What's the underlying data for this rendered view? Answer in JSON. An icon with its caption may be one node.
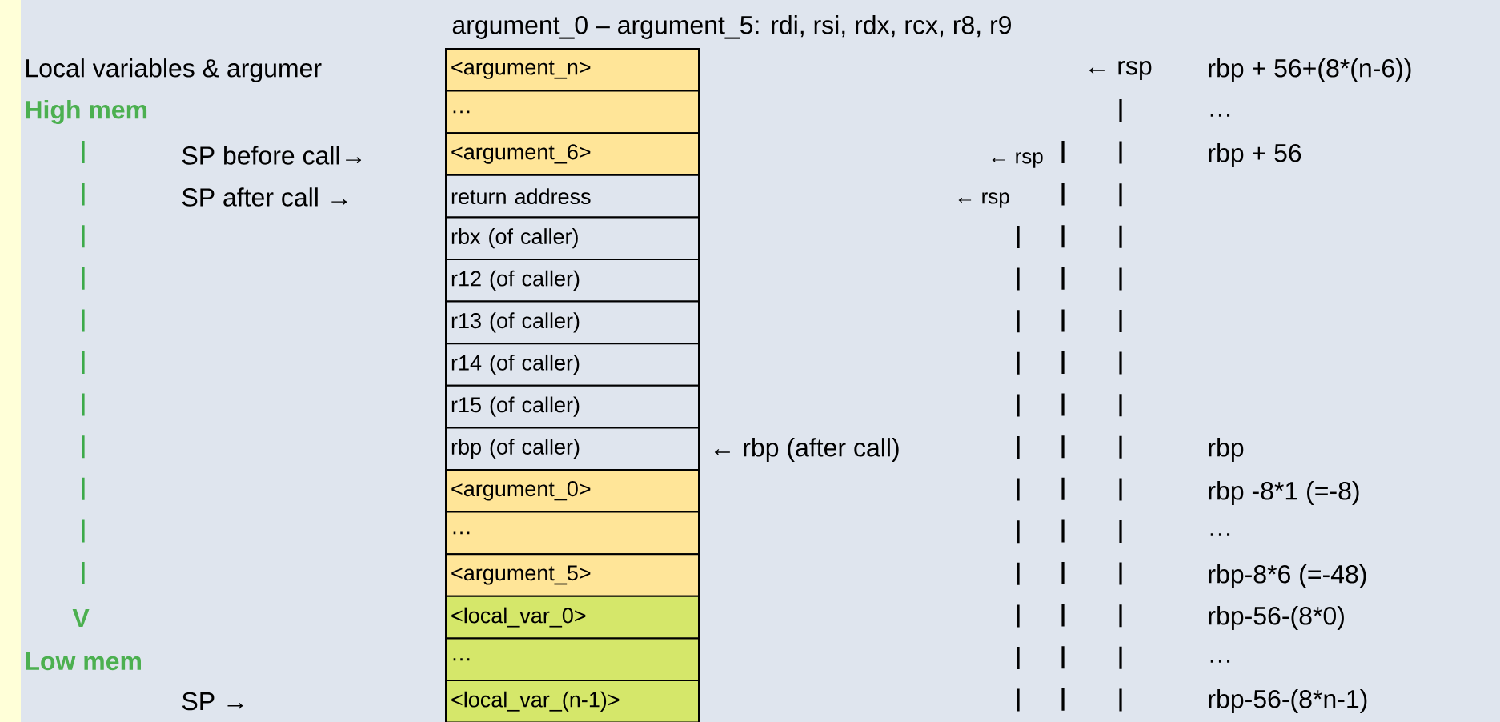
{
  "diagram": {
    "nodes": [
      {
        "text": [
          "<argument_n>"
        ]
      },
      {
        "text": [
          "…"
        ]
      },
      {
        "text": [
          "<argument_6>"
        ]
      },
      {
        "text": [
          "return address"
        ]
      },
      {
        "text": [
          "rbx (of caller)"
        ]
      },
      {
        "text": [
          "r12 (of caller)"
        ]
      },
      {
        "text": [
          "r13 (of caller)"
        ]
      },
      {
        "text": [
          "r14 (of caller)"
        ]
      },
      {
        "text": [
          "r15 (of caller)"
        ]
      },
      {
        "text": [
          "rbp (of caller)"
        ]
      },
      {
        "text": [
          "<argument_0>"
        ]
      },
      {
        "text": [
          "…"
        ]
      },
      {
        "text": [
          "<argument_5>"
        ]
      },
      {
        "text": [
          "<local_var_0>"
        ]
      },
      {
        "text": [
          "…"
        ]
      },
      {
        "text": [
          "<local_var_(n-1)>"
        ]
      }
    ],
    "labels": [
      "argument_0 – argument_5: rdi, rsi, rdx, rcx, r8, r9",
      "Local variables & argumer",
      "← rsp",
      "rbp + 56+(8*(n-6))",
      "High mem",
      "…",
      "SP before call→",
      "← rsp",
      "rbp + 56",
      "SP after call  →",
      "←   rsp",
      "← rbp (after call)",
      "rbp",
      "rbp -8*1 (=-8)",
      "…",
      "rbp-8*6 (=-48)",
      "V",
      "rbp-56-(8*0)",
      "Low mem",
      "…",
      "SP →",
      "rbp-56-(8*n-1)"
    ]
  }
}
